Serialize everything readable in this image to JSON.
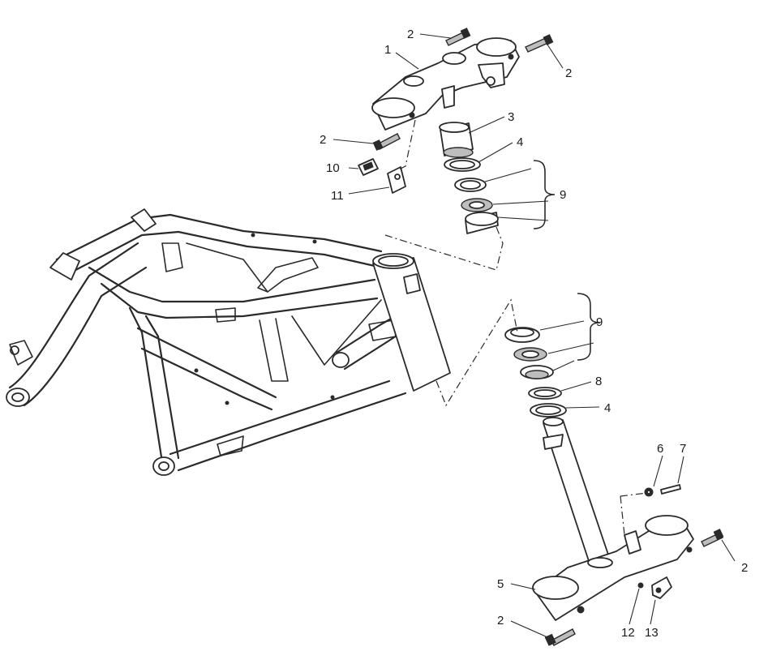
{
  "callouts": {
    "c1": "1",
    "c2a": "2",
    "c2b": "2",
    "c2c": "2",
    "c2d": "2",
    "c2e": "2",
    "c3": "3",
    "c4a": "4",
    "c4b": "4",
    "c5": "5",
    "c6": "6",
    "c7": "7",
    "c8": "8",
    "c9a": "9",
    "c9b": "9",
    "c10": "10",
    "c11": "11",
    "c12": "12",
    "c13": "13"
  }
}
